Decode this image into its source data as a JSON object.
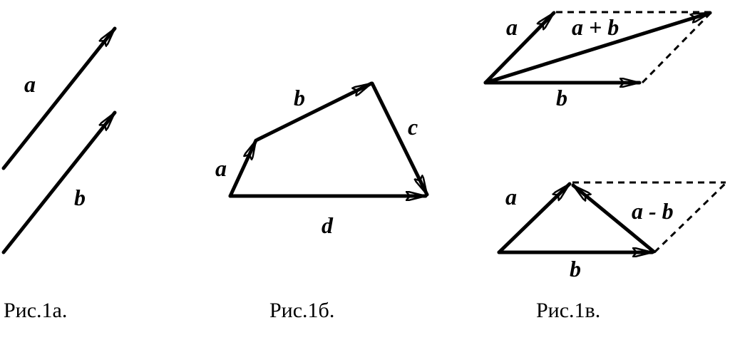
{
  "fig_1a": {
    "caption": "Рис.1а.",
    "label_a": "a",
    "label_b": "b"
  },
  "fig_1b": {
    "caption": "Рис.1б.",
    "label_a": "a",
    "label_b": "b",
    "label_c": "c",
    "label_d": "d"
  },
  "fig_1v": {
    "caption": "Рис.1в.",
    "sum": {
      "label_a": "a",
      "label_b": "b",
      "label_sum": "a + b"
    },
    "difference": {
      "label_a": "a",
      "label_b": "b",
      "label_diff": "a - b"
    }
  }
}
